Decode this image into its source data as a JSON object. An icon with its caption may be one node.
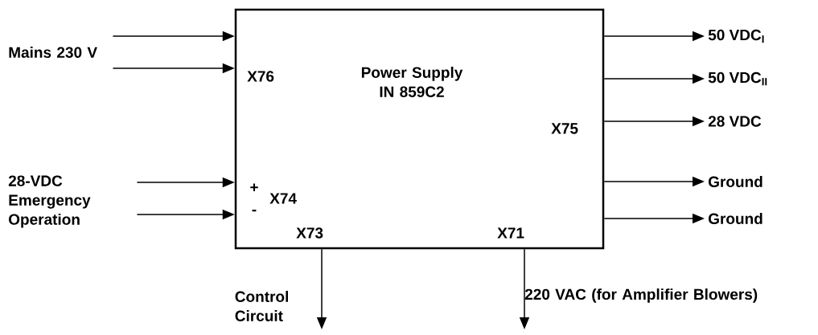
{
  "diagram": {
    "nodes": [
      {
        "text": [
          "Power Supply IN 859C2"
        ]
      },
      {
        "text": [
          "Mains 230 V"
        ]
      },
      {
        "text": [
          "28-VDC Emergency Operation"
        ]
      },
      {
        "text": [
          "50 VDC$_{I}$"
        ]
      },
      {
        "text": [
          "50 VDC$_{II}$"
        ]
      },
      {
        "text": [
          "28 VDC"
        ]
      },
      {
        "text": [
          "Ground"
        ]
      },
      {
        "text": [
          "Ground"
        ]
      },
      {
        "text": [
          "Control Circuit"
        ]
      },
      {
        "text": [
          "220 VAC (for Amplifier Blowers)"
        ]
      }
    ],
    "edges": [
      {
        "from": 1,
        "to": 0,
        "arrow": "to"
      },
      {
        "from": 1,
        "to": 0,
        "arrow": "to"
      },
      {
        "from": 2,
        "to": 0,
        "arrow": "to"
      },
      {
        "from": 2,
        "to": 0,
        "arrow": "to"
      },
      {
        "from": 0,
        "to": 3,
        "arrow": "to"
      },
      {
        "from": 0,
        "to": 4,
        "arrow": "to"
      },
      {
        "from": 0,
        "to": 5,
        "arrow": "to"
      },
      {
        "from": 0,
        "to": 6,
        "arrow": "to"
      },
      {
        "from": 0,
        "to": 7,
        "arrow": "to"
      },
      {
        "from": 0,
        "to": 8,
        "arrow": "to"
      },
      {
        "from": 0,
        "to": 9,
        "arrow": "to"
      }
    ],
    "labels": [
      "X76",
      "X75",
      "+",
      "X74",
      "-",
      "X73",
      "X71"
    ]
  }
}
